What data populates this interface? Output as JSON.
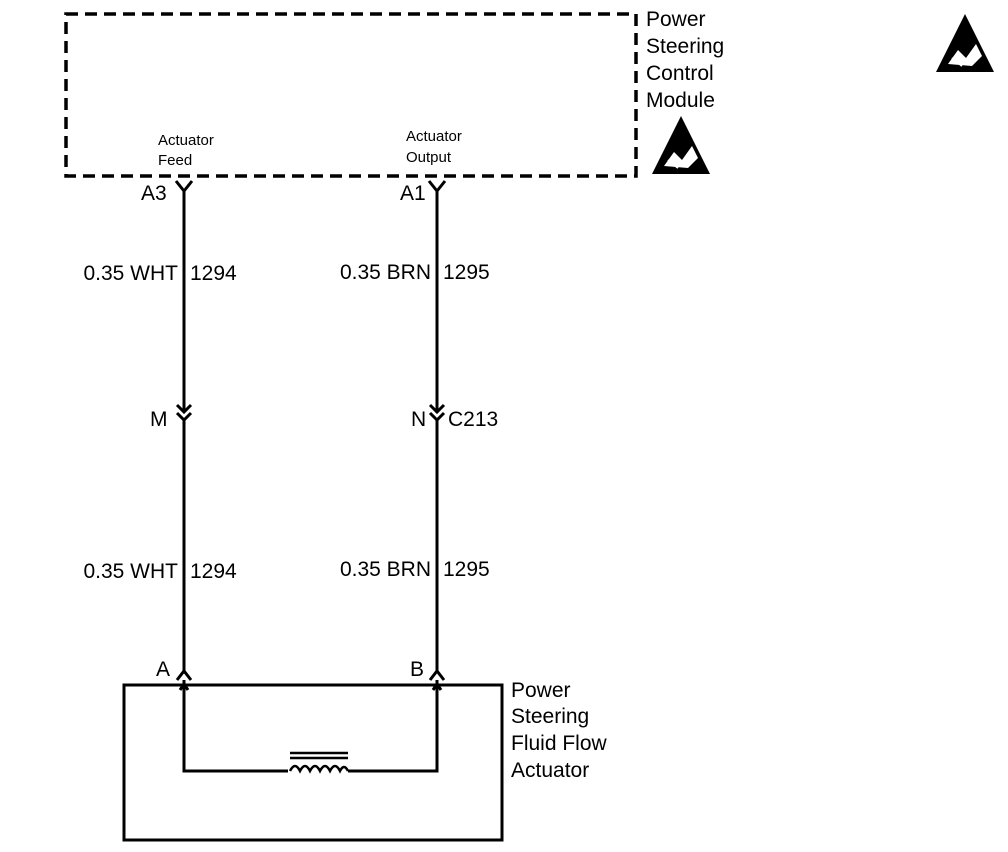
{
  "module": {
    "name_lines": [
      "Power",
      "Steering",
      "Control",
      "Module"
    ],
    "pins": [
      {
        "pin": "A3",
        "function_lines": [
          "Actuator",
          "Feed"
        ]
      },
      {
        "pin": "A1",
        "function_lines": [
          "Actuator",
          "Output"
        ]
      }
    ]
  },
  "wires": [
    {
      "upper_label": "0.35 WHT",
      "upper_circuit": "1294",
      "inline_pin": "M",
      "lower_label": "0.35 WHT",
      "lower_circuit": "1294"
    },
    {
      "upper_label": "0.35 BRN",
      "upper_circuit": "1295",
      "inline_pin": "N",
      "lower_label": "0.35 BRN",
      "lower_circuit": "1295"
    }
  ],
  "inline_connector": "C213",
  "actuator": {
    "name_lines": [
      "Power",
      "Steering",
      "Fluid Flow",
      "Actuator"
    ],
    "pins": [
      "A",
      "B"
    ]
  },
  "icons": [
    "esd-warning-icon",
    "esd-warning-icon"
  ]
}
